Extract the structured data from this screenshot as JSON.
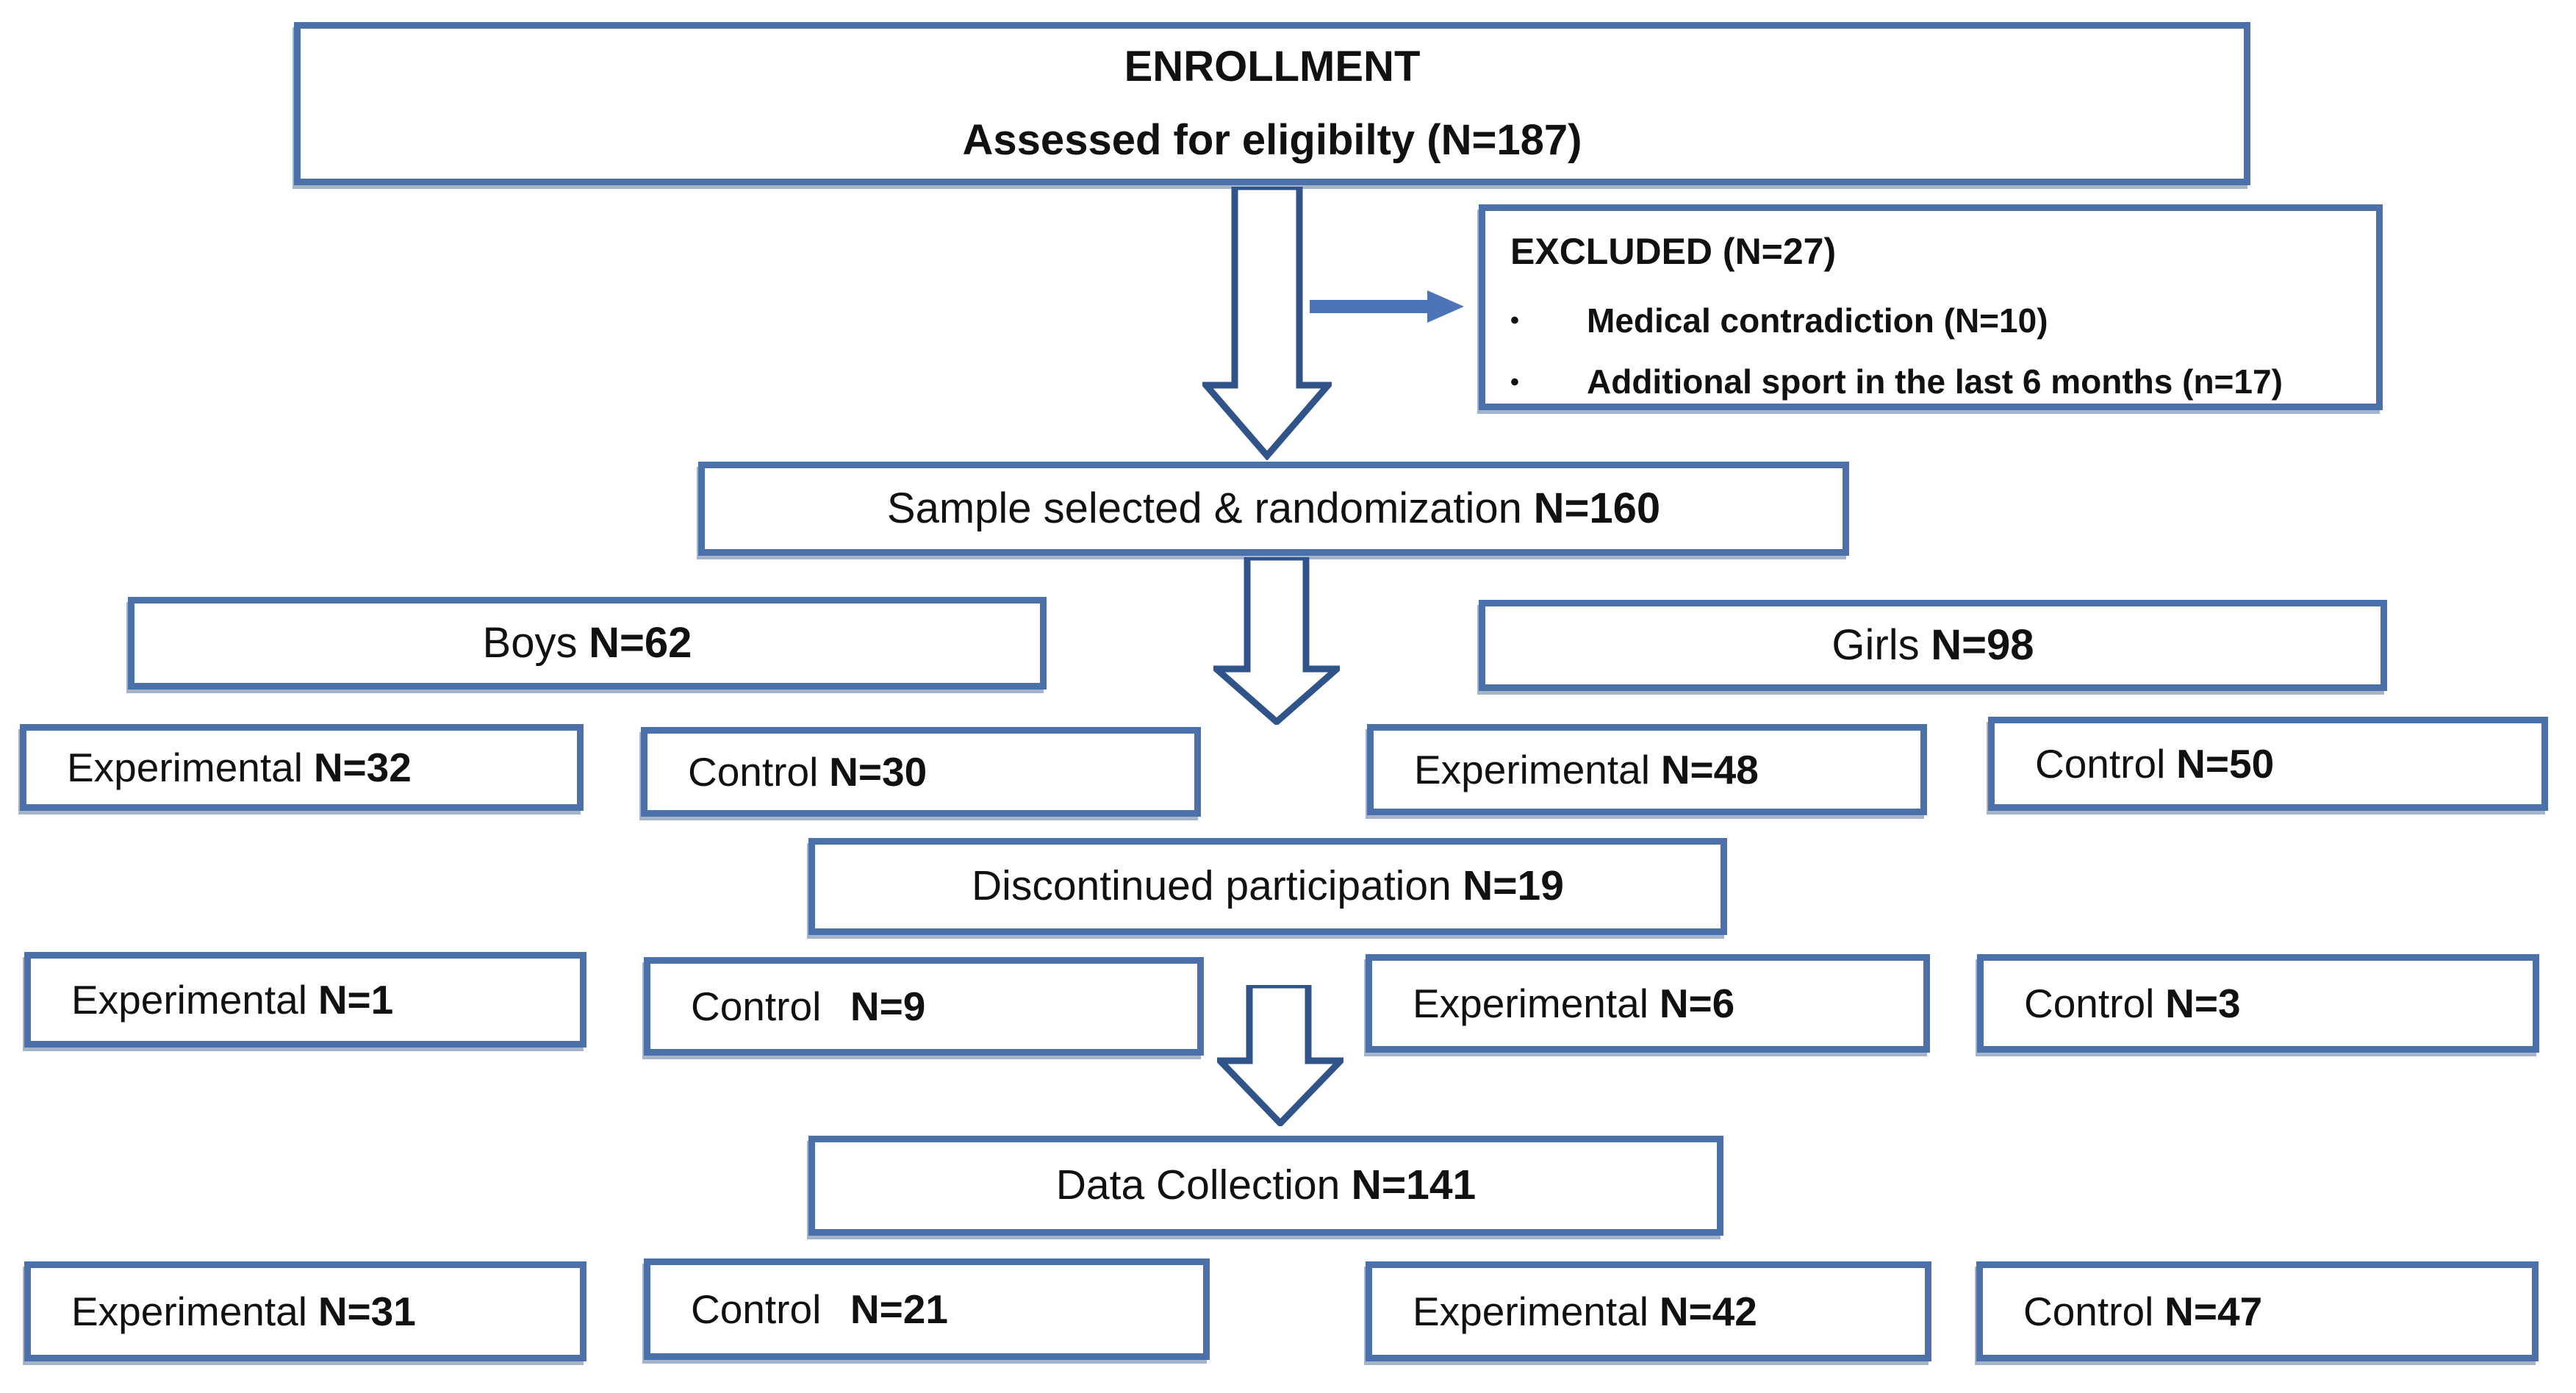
{
  "colors": {
    "box_border": "#4c70a9",
    "arrow_outline": "#30548a",
    "arrow_fill": "#4e74b8",
    "text": "#111111"
  },
  "enrollment": {
    "line1": "ENROLLMENT",
    "line2": "Assessed for eligibilty (N=187)"
  },
  "excluded": {
    "title": "EXCLUDED (N=27)",
    "bullet_glyph": "•",
    "bullets": [
      "Medical contradiction (N=10)",
      "Additional sport in the last 6 months (n=17)"
    ]
  },
  "sample": {
    "label": "Sample selected & randomization",
    "n": "N=160"
  },
  "boys": {
    "label": "Boys",
    "n": "N=62"
  },
  "girls": {
    "label": "Girls",
    "n": "N=98"
  },
  "discontinued": {
    "label": "Discontinued participation",
    "n": "N=19"
  },
  "data_collection": {
    "label": "Data Collection",
    "n": "N=141"
  },
  "row1": [
    {
      "label": "Experimental",
      "n": "N=32"
    },
    {
      "label": "Control",
      "n": "N=30"
    },
    {
      "label": "Experimental",
      "n": "N=48"
    },
    {
      "label": "Control",
      "n": "N=50"
    }
  ],
  "row2": [
    {
      "label": "Experimental",
      "n": "N=1"
    },
    {
      "label": "Control",
      "n": "N=9"
    },
    {
      "label": "Experimental",
      "n": "N=6"
    },
    {
      "label": "Control",
      "n": "N=3"
    }
  ],
  "row3": [
    {
      "label": "Experimental",
      "n": "N=31"
    },
    {
      "label": "Control",
      "n": "N=21"
    },
    {
      "label": "Experimental",
      "n": "N=42"
    },
    {
      "label": "Control",
      "n": "N=47"
    }
  ]
}
